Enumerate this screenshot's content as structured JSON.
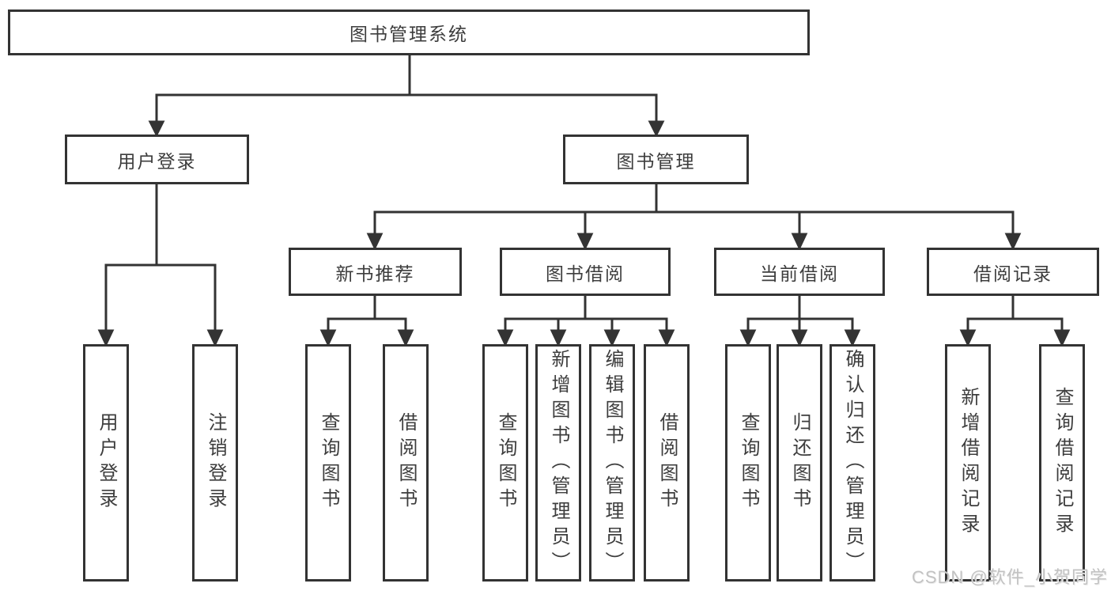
{
  "root": {
    "label": "图书管理系统"
  },
  "branches": {
    "user": {
      "label": "用户登录",
      "children": [
        "用户登录",
        "注销登录"
      ]
    },
    "books": {
      "label": "图书管理"
    }
  },
  "modules": [
    {
      "label": "新书推荐",
      "children": [
        "查询图书",
        "借阅图书"
      ]
    },
    {
      "label": "图书借阅",
      "children": [
        "查询图书",
        "新增图书（管理员）",
        "编辑图书（管理员）",
        "借阅图书"
      ]
    },
    {
      "label": "当前借阅",
      "children": [
        "查询图书",
        "归还图书",
        "确认归还（管理员）"
      ]
    },
    {
      "label": "借阅记录",
      "children": [
        "新增借阅记录",
        "查询借阅记录"
      ]
    }
  ],
  "watermark": {
    "text": "CSDN @软件_小贺同学"
  },
  "colors": {
    "line": "#333333",
    "box_border": "#333333",
    "text": "#3d3d3d",
    "watermark": "#c2c2c2",
    "background": "#ffffff"
  }
}
